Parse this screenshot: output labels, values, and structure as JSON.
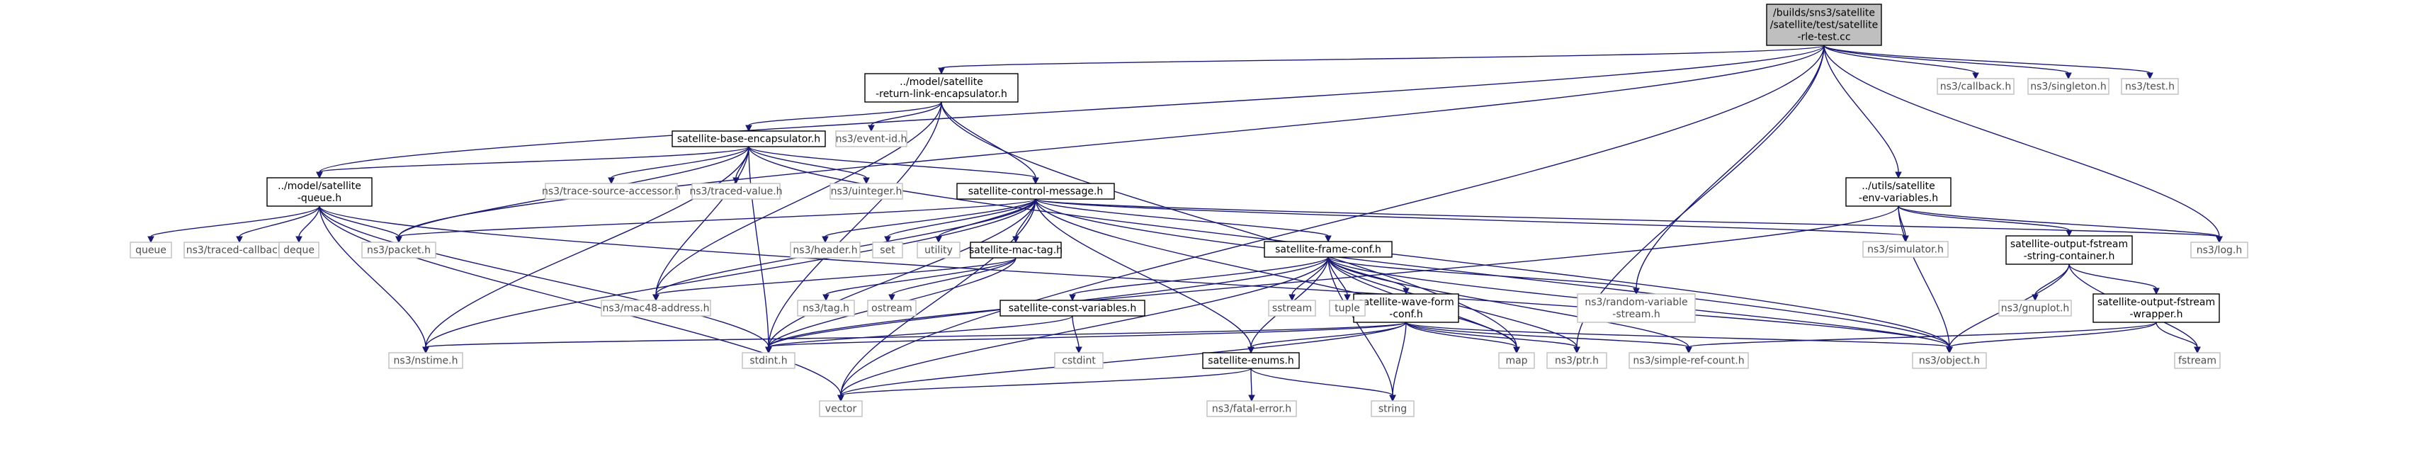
{
  "graph": {
    "nodes": [
      {
        "id": "root",
        "lines": [
          "/builds/sns3/satellite",
          "/satellite/test/satellite",
          "-rle-test.cc"
        ],
        "style": "root"
      },
      {
        "id": "rle",
        "lines": [
          "../model/satellite",
          "-return-link-encapsulator.h"
        ],
        "style": "main"
      },
      {
        "id": "base",
        "lines": [
          "satellite-base-encapsulator.h"
        ],
        "style": "main"
      },
      {
        "id": "queue_h",
        "lines": [
          "../model/satellite",
          "-queue.h"
        ],
        "style": "main"
      },
      {
        "id": "ctrl",
        "lines": [
          "satellite-control-message.h"
        ],
        "style": "main"
      },
      {
        "id": "envvar",
        "lines": [
          "../utils/satellite",
          "-env-variables.h"
        ],
        "style": "main"
      },
      {
        "id": "frame",
        "lines": [
          "satellite-frame-conf.h"
        ],
        "style": "main"
      },
      {
        "id": "mactag",
        "lines": [
          "satellite-mac-tag.h"
        ],
        "style": "main"
      },
      {
        "id": "ofs_cont",
        "lines": [
          "satellite-output-fstream",
          "-string-container.h"
        ],
        "style": "main"
      },
      {
        "id": "ofs_wrap",
        "lines": [
          "satellite-output-fstream",
          "-wrapper.h"
        ],
        "style": "main"
      },
      {
        "id": "wave",
        "lines": [
          "satellite-wave-form",
          "-conf.h"
        ],
        "style": "main"
      },
      {
        "id": "constvar",
        "lines": [
          "satellite-const-variables.h"
        ],
        "style": "main"
      },
      {
        "id": "enums",
        "lines": [
          "satellite-enums.h"
        ],
        "style": "main"
      },
      {
        "id": "callback",
        "lines": [
          "ns3/callback.h"
        ],
        "style": "ext"
      },
      {
        "id": "singleton",
        "lines": [
          "ns3/singleton.h"
        ],
        "style": "ext"
      },
      {
        "id": "test",
        "lines": [
          "ns3/test.h"
        ],
        "style": "ext"
      },
      {
        "id": "eventid",
        "lines": [
          "ns3/event-id.h"
        ],
        "style": "ext"
      },
      {
        "id": "tsa",
        "lines": [
          "ns3/trace-source-accessor.h"
        ],
        "style": "ext"
      },
      {
        "id": "tval",
        "lines": [
          "ns3/traced-value.h"
        ],
        "style": "ext"
      },
      {
        "id": "uint",
        "lines": [
          "ns3/uinteger.h"
        ],
        "style": "ext"
      },
      {
        "id": "queue",
        "lines": [
          "queue"
        ],
        "style": "ext"
      },
      {
        "id": "tcb",
        "lines": [
          "ns3/traced-callback.h"
        ],
        "style": "ext"
      },
      {
        "id": "deque",
        "lines": [
          "deque"
        ],
        "style": "ext"
      },
      {
        "id": "packet",
        "lines": [
          "ns3/packet.h"
        ],
        "style": "ext"
      },
      {
        "id": "header",
        "lines": [
          "ns3/header.h"
        ],
        "style": "ext"
      },
      {
        "id": "set",
        "lines": [
          "set"
        ],
        "style": "ext"
      },
      {
        "id": "utility",
        "lines": [
          "utility"
        ],
        "style": "ext"
      },
      {
        "id": "simulator",
        "lines": [
          "ns3/simulator.h"
        ],
        "style": "ext"
      },
      {
        "id": "log",
        "lines": [
          "ns3/log.h"
        ],
        "style": "ext"
      },
      {
        "id": "mac48",
        "lines": [
          "ns3/mac48-address.h"
        ],
        "style": "ext"
      },
      {
        "id": "tag",
        "lines": [
          "ns3/tag.h"
        ],
        "style": "ext"
      },
      {
        "id": "ostream",
        "lines": [
          "ostream"
        ],
        "style": "ext"
      },
      {
        "id": "sstream",
        "lines": [
          "sstream"
        ],
        "style": "ext"
      },
      {
        "id": "tuple",
        "lines": [
          "tuple"
        ],
        "style": "ext"
      },
      {
        "id": "randvar",
        "lines": [
          "ns3/random-variable",
          "-stream.h"
        ],
        "style": "ext"
      },
      {
        "id": "gnuplot",
        "lines": [
          "ns3/gnuplot.h"
        ],
        "style": "ext"
      },
      {
        "id": "nstime",
        "lines": [
          "ns3/nstime.h"
        ],
        "style": "ext"
      },
      {
        "id": "stdint",
        "lines": [
          "stdint.h"
        ],
        "style": "ext"
      },
      {
        "id": "cstdint",
        "lines": [
          "cstdint"
        ],
        "style": "ext"
      },
      {
        "id": "map",
        "lines": [
          "map"
        ],
        "style": "ext"
      },
      {
        "id": "ptr",
        "lines": [
          "ns3/ptr.h"
        ],
        "style": "ext"
      },
      {
        "id": "src",
        "lines": [
          "ns3/simple-ref-count.h"
        ],
        "style": "ext"
      },
      {
        "id": "object",
        "lines": [
          "ns3/object.h"
        ],
        "style": "ext"
      },
      {
        "id": "fstream",
        "lines": [
          "fstream"
        ],
        "style": "ext"
      },
      {
        "id": "vector",
        "lines": [
          "vector"
        ],
        "style": "ext"
      },
      {
        "id": "string",
        "lines": [
          "string"
        ],
        "style": "ext"
      },
      {
        "id": "fatal",
        "lines": [
          "ns3/fatal-error.h"
        ],
        "style": "ext"
      }
    ],
    "edges": [
      [
        "root",
        "rle"
      ],
      [
        "root",
        "queue_h"
      ],
      [
        "root",
        "envvar"
      ],
      [
        "root",
        "callback"
      ],
      [
        "root",
        "singleton"
      ],
      [
        "root",
        "test"
      ],
      [
        "root",
        "log"
      ],
      [
        "root",
        "randvar"
      ],
      [
        "root",
        "ptr"
      ],
      [
        "root",
        "packet"
      ],
      [
        "root",
        "vector"
      ],
      [
        "rle",
        "base"
      ],
      [
        "rle",
        "ctrl"
      ],
      [
        "rle",
        "eventid"
      ],
      [
        "rle",
        "stdint"
      ],
      [
        "rle",
        "mac48"
      ],
      [
        "rle",
        "map"
      ],
      [
        "base",
        "queue_h"
      ],
      [
        "base",
        "ctrl"
      ],
      [
        "base",
        "tsa"
      ],
      [
        "base",
        "tval"
      ],
      [
        "base",
        "uint"
      ],
      [
        "base",
        "packet"
      ],
      [
        "base",
        "nstime"
      ],
      [
        "base",
        "stdint"
      ],
      [
        "base",
        "mac48"
      ],
      [
        "base",
        "object"
      ],
      [
        "queue_h",
        "queue"
      ],
      [
        "queue_h",
        "tcb"
      ],
      [
        "queue_h",
        "deque"
      ],
      [
        "queue_h",
        "packet"
      ],
      [
        "queue_h",
        "nstime"
      ],
      [
        "queue_h",
        "stdint"
      ],
      [
        "queue_h",
        "vector"
      ],
      [
        "queue_h",
        "object"
      ],
      [
        "ctrl",
        "frame"
      ],
      [
        "ctrl",
        "mactag"
      ],
      [
        "ctrl",
        "header"
      ],
      [
        "ctrl",
        "set"
      ],
      [
        "ctrl",
        "utility"
      ],
      [
        "ctrl",
        "simulator"
      ],
      [
        "ctrl",
        "log"
      ],
      [
        "ctrl",
        "object"
      ],
      [
        "ctrl",
        "mac48"
      ],
      [
        "ctrl",
        "nstime"
      ],
      [
        "ctrl",
        "stdint"
      ],
      [
        "ctrl",
        "vector"
      ],
      [
        "ctrl",
        "enums"
      ],
      [
        "ctrl",
        "map"
      ],
      [
        "ctrl",
        "packet"
      ],
      [
        "envvar",
        "simulator"
      ],
      [
        "envvar",
        "ofs_cont"
      ],
      [
        "envvar",
        "object"
      ],
      [
        "envvar",
        "log"
      ],
      [
        "envvar",
        "stdint"
      ],
      [
        "frame",
        "wave"
      ],
      [
        "frame",
        "constvar"
      ],
      [
        "frame",
        "enums"
      ],
      [
        "frame",
        "sstream"
      ],
      [
        "frame",
        "tuple"
      ],
      [
        "frame",
        "randvar"
      ],
      [
        "frame",
        "map"
      ],
      [
        "frame",
        "ptr"
      ],
      [
        "frame",
        "src"
      ],
      [
        "frame",
        "object"
      ],
      [
        "frame",
        "stdint"
      ],
      [
        "frame",
        "vector"
      ],
      [
        "frame",
        "string"
      ],
      [
        "mactag",
        "tag"
      ],
      [
        "mactag",
        "ostream"
      ],
      [
        "mactag",
        "mac48"
      ],
      [
        "mactag",
        "stdint"
      ],
      [
        "ofs_cont",
        "gnuplot"
      ],
      [
        "ofs_cont",
        "ofs_wrap"
      ],
      [
        "ofs_cont",
        "object"
      ],
      [
        "ofs_cont",
        "fstream"
      ],
      [
        "ofs_wrap",
        "fstream"
      ],
      [
        "ofs_wrap",
        "object"
      ],
      [
        "ofs_wrap",
        "src"
      ],
      [
        "wave",
        "enums"
      ],
      [
        "wave",
        "nstime"
      ],
      [
        "wave",
        "stdint"
      ],
      [
        "wave",
        "map"
      ],
      [
        "wave",
        "ptr"
      ],
      [
        "wave",
        "src"
      ],
      [
        "wave",
        "object"
      ],
      [
        "wave",
        "vector"
      ],
      [
        "wave",
        "string"
      ],
      [
        "constvar",
        "cstdint"
      ],
      [
        "constvar",
        "stdint"
      ],
      [
        "enums",
        "fatal"
      ],
      [
        "enums",
        "string"
      ],
      [
        "enums",
        "vector"
      ]
    ]
  }
}
